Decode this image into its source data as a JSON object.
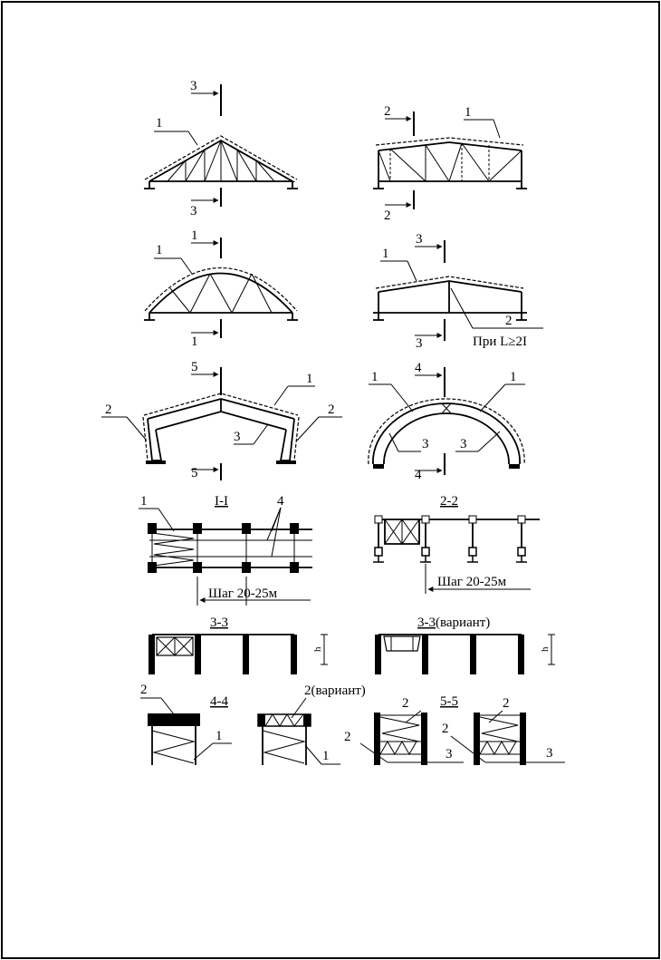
{
  "labels": {
    "n1": "1",
    "n2": "2",
    "n3": "3",
    "n4": "4",
    "n5": "5",
    "sec_1_1": "I-I",
    "sec_2_2": "2-2",
    "sec_3_3": "3-3",
    "sec_3_3_var": "3-3",
    "variant_suffix": "(вариант)",
    "sec_4_4": "4-4",
    "sec_5_5": "5-5",
    "two_variant": "2(вариант)",
    "condition": "При L≥2I",
    "step": "Шаг 20-25м",
    "h": "h"
  },
  "colors": {
    "line": "#000000",
    "background": "#ffffff"
  }
}
